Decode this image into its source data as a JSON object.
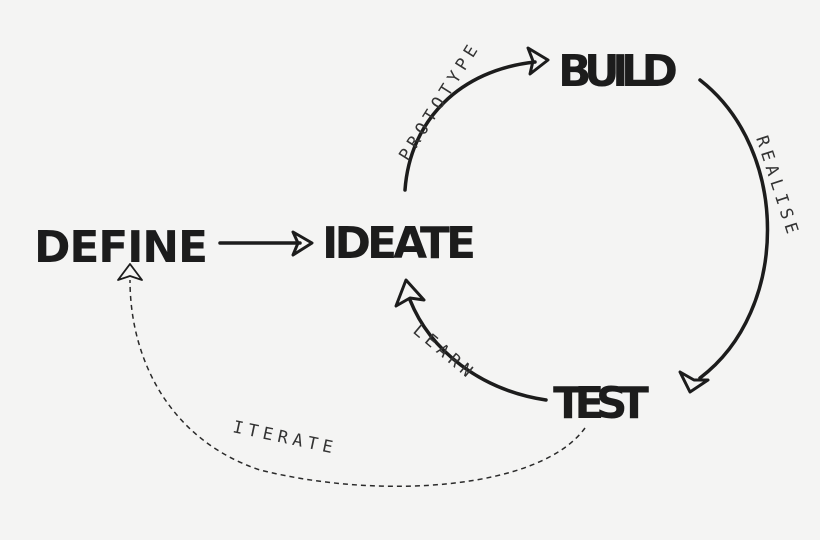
{
  "stages": {
    "define": "DEFINE",
    "ideate": "IDEATE",
    "build": "BUILD",
    "test": "TEST"
  },
  "transitions": {
    "prototype": "PROTOTYPE",
    "realise": "REALISE",
    "learn": "LEARN",
    "iterate": "ITERATE"
  }
}
